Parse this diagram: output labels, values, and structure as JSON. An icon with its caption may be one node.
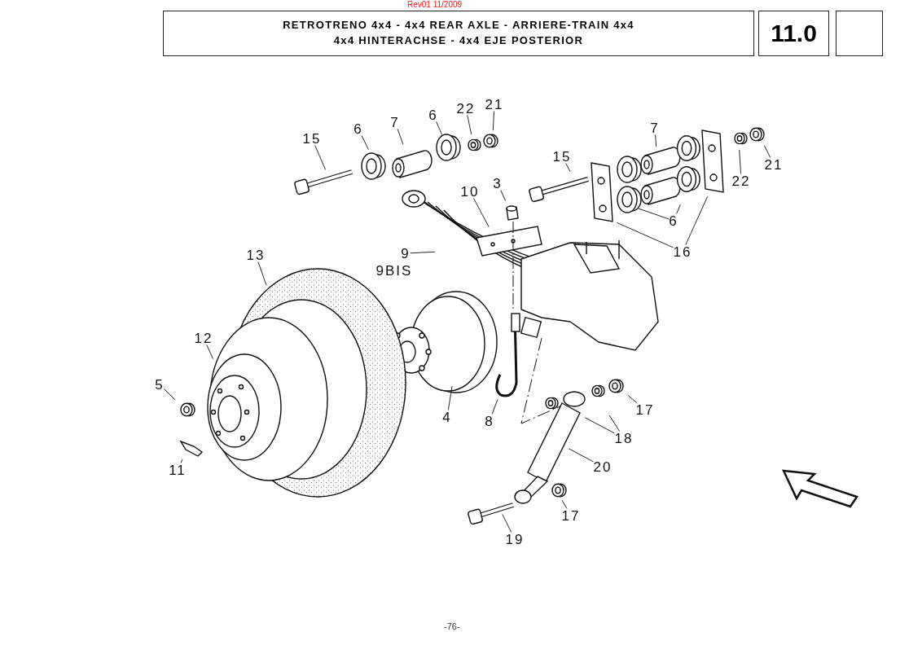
{
  "diagram": {
    "nodes": [
      {
        "text": [
          "RETROTRENO 4x4 - 4x4 REAR AXLE - ARRIERE-TRAIN 4x4 4x4 HINTERACHSE - 4x4 EJE POSTERIOR"
        ]
      },
      {
        "text": [
          "11.0"
        ]
      },
      {
        "text": [],
        "shape": "box"
      },
      {
        "text": [
          "15"
        ]
      },
      {
        "text": [
          "6"
        ]
      },
      {
        "text": [
          "7"
        ]
      },
      {
        "text": [
          "6"
        ]
      },
      {
        "text": [
          "22"
        ]
      },
      {
        "text": [
          "21"
        ]
      },
      {
        "text": [
          "7"
        ]
      },
      {
        "text": [
          "15"
        ]
      },
      {
        "text": [
          "3"
        ]
      },
      {
        "text": [
          "10"
        ]
      },
      {
        "text": [
          "21"
        ]
      },
      {
        "text": [
          "22"
        ]
      },
      {
        "text": [
          "6"
        ]
      },
      {
        "text": [
          "16"
        ]
      },
      {
        "text": [
          "9"
        ]
      },
      {
        "text": [
          "9BIS"
        ]
      },
      {
        "text": [
          "13"
        ]
      },
      {
        "text": [
          "12"
        ]
      },
      {
        "text": [
          "5"
        ]
      },
      {
        "text": [
          "11"
        ]
      },
      {
        "text": [
          "4"
        ]
      },
      {
        "text": [
          "8"
        ]
      },
      {
        "text": [
          "17"
        ]
      },
      {
        "text": [
          "18"
        ]
      },
      {
        "text": [
          "20"
        ]
      },
      {
        "text": [
          "17"
        ]
      },
      {
        "text": [
          "19"
        ]
      }
    ],
    "edges": [
      {
        "from": 3,
        "to": null,
        "arrow": "none"
      },
      {
        "from": 4,
        "to": null,
        "arrow": "none"
      },
      {
        "from": 5,
        "to": null,
        "arrow": "none"
      },
      {
        "from": 6,
        "to": null,
        "arrow": "none"
      },
      {
        "from": 7,
        "to": null,
        "arrow": "none"
      },
      {
        "from": 8,
        "to": null,
        "arrow": "none"
      },
      {
        "from": 9,
        "to": null,
        "arrow": "none"
      },
      {
        "from": 10,
        "to": null,
        "arrow": "none"
      },
      {
        "from": 11,
        "to": null,
        "arrow": "none"
      },
      {
        "from": 12,
        "to": null,
        "arrow": "none"
      },
      {
        "from": 13,
        "to": null,
        "arrow": "none"
      },
      {
        "from": 14,
        "to": null,
        "arrow": "none"
      },
      {
        "from": 15,
        "to": null,
        "arrow": "none"
      },
      {
        "from": 15,
        "to": null,
        "arrow": "none"
      },
      {
        "from": 16,
        "to": null,
        "arrow": "none"
      },
      {
        "from": 16,
        "to": null,
        "arrow": "none"
      },
      {
        "from": 17,
        "to": null,
        "arrow": "none"
      },
      {
        "from": 19,
        "to": null,
        "arrow": "none"
      },
      {
        "from": 20,
        "to": null,
        "arrow": "none"
      },
      {
        "from": 21,
        "to": null,
        "arrow": "none"
      },
      {
        "from": 22,
        "to": null,
        "arrow": "none"
      },
      {
        "from": 23,
        "to": null,
        "arrow": "none"
      },
      {
        "from": 24,
        "to": null,
        "arrow": "none"
      },
      {
        "from": 25,
        "to": null,
        "arrow": "none"
      },
      {
        "from": 26,
        "to": null,
        "arrow": "none"
      },
      {
        "from": 26,
        "to": null,
        "arrow": "none"
      },
      {
        "from": 27,
        "to": null,
        "arrow": "none"
      },
      {
        "from": 28,
        "to": null,
        "arrow": "none"
      },
      {
        "from": 29,
        "to": null,
        "arrow": "none"
      }
    ],
    "labels": [
      "Rev01 11/2009",
      "-76-"
    ]
  }
}
